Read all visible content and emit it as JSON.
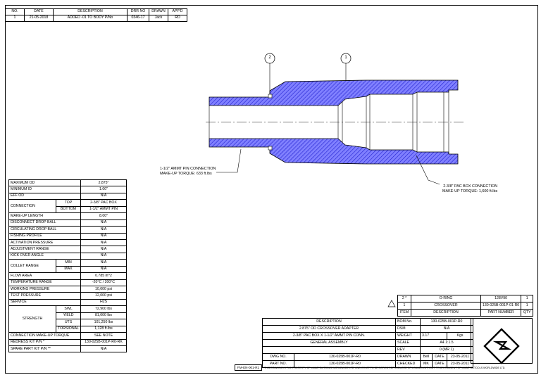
{
  "revision_table": {
    "headers": [
      "NO.",
      "DATE",
      "DESCRIPTION",
      "DRR NO",
      "DRAWN",
      "APP'D"
    ],
    "rows": [
      [
        "1",
        "21-05-2018",
        "ADDED -01 TO BODY P/No",
        "0346-17",
        "Jack",
        "RD"
      ]
    ]
  },
  "balloons": [
    "2",
    "1"
  ],
  "callouts": {
    "pin_connection": "1-1/2\" AMMT PIN CONNECTION",
    "pin_torque": "MAKE-UP TORQUE: 633 ft.lbs",
    "box_connection": "2-3/8\" PAC BOX CONNECTION",
    "box_torque": "MAKE-UP TORQUE: 1,600 ft.lbs"
  },
  "spec_table": {
    "max_od": {
      "label": "MAXIMUM OD",
      "value": "2.875\""
    },
    "min_id": {
      "label": "MINIMUM ID",
      "value": "1.00\""
    },
    "eff_od": {
      "label": "EFF OD",
      "value": "N/A"
    },
    "connection": {
      "label": "CONNECTION",
      "top_label": "TOP",
      "top_value": "2-3/8\" PAC BOX",
      "bottom_label": "BOTTOM",
      "bottom_value": "1-1/2\" AMMT PIN"
    },
    "makeup_length": {
      "label": "MAKE-UP LENGTH",
      "value": "8.00\""
    },
    "disconnect_drop_ball": {
      "label": "DISCONNECT DROP BALL",
      "value": "N/A"
    },
    "circulating_drop_ball": {
      "label": "CIRCULATING DROP BALL",
      "value": "N/A"
    },
    "fishing_profile": {
      "label": "FISHING PROFILE",
      "value": "N/A"
    },
    "activation_pressure": {
      "label": "ACTIVATION PRESSURE",
      "value": "N/A"
    },
    "adjustment_range": {
      "label": "ADJUSTMENT RANGE",
      "value": "N/A"
    },
    "kick_over_angle": {
      "label": "KICK OVER ANGLE",
      "value": "N/A"
    },
    "collet_range": {
      "label": "COLLET RANGE",
      "min_label": "MIN",
      "min_value": "N/A",
      "max_label": "MAX",
      "max_value": "N/A"
    },
    "flow_area": {
      "label": "FLOW AREA",
      "value": "0.785 in^2"
    },
    "temperature_range": {
      "label": "TEMPERATURE RANGE",
      "value": "-20°C / 200°C"
    },
    "working_pressure": {
      "label": "WORKING PRESSURE",
      "value": "10,000 psi"
    },
    "test_pressure": {
      "label": "TEST PRESSURE",
      "value": "12,000 psi"
    },
    "service": {
      "label": "SERVICE",
      "value": "H2S"
    },
    "strength": {
      "label": "STRENGTH",
      "swl_label": "SWL",
      "swl_value": "72,900 lbs",
      "yield_label": "YIELD",
      "yield_value": "81,000 lbs",
      "uts_label": "UTS",
      "uts_value": "101,250 lbs",
      "torsional_label": "TORSIONAL",
      "torsional_value": "1,128 ft.lbs"
    },
    "connection_makeup_torque": {
      "label": "CONNECTION MAKE-UP TORQUE",
      "value": "SEE NOTE"
    },
    "redress_kit": {
      "label": "REDRESS KIT P/N *",
      "value": "130-025B-001P-R0-RK"
    },
    "spare_part_kit": {
      "label": "SPARE PART KIT P/N **",
      "value": "N/A"
    }
  },
  "bom": {
    "rows": [
      {
        "item": "2 *",
        "description": "O-RING",
        "part_number": "128V90",
        "qty": "1"
      },
      {
        "item": "1",
        "description": "CROSSOVER",
        "part_number": "130-025B-001P-01-R0",
        "qty": "1"
      }
    ],
    "headers": {
      "item": "ITEM",
      "description": "DESCRIPTION",
      "part_number": "PART NUMBER",
      "qty": "QTY"
    }
  },
  "title_block": {
    "description_header": "DESCRIPTION",
    "description_lines": [
      "2.875\" OD CROSSOVER ADAPTER",
      "2-3/8\" PAC BOX X 1-1/2\" AMMT PIN CONN.",
      "GENERAL ASSEMBLY"
    ],
    "dwg_no_label": "DWG NO.",
    "dwg_no": "130-025B-001P-R0",
    "part_no_label": "PART NO.",
    "part_no": "130-025B-001P-R0",
    "bom_no_label": "BOM No.",
    "bom_no": "130-025B-001P-R0",
    "dsm_label": "DSM",
    "dsm": "N/A",
    "weight_label": "WEIGHT",
    "weight": "3.17",
    "weight_unit": "Kgs",
    "scale_label": "SCALE",
    "scale": "A4 1:1.5",
    "rev_label": "REV",
    "rev": "0 (MR 1)",
    "drawn_label": "DRAWN",
    "drawn": "Bell",
    "drawn_date_label": "DATE",
    "drawn_date": "23-05-2011",
    "checked_label": "CHECKED",
    "checked": "MK",
    "checked_date_label": "DATE",
    "checked_date": "23-05-2011",
    "form_no": "FM-EN-001-R1",
    "footnote": "THIS DRAWING IS THE PROPERTY OF LIMAR OILTOOLS WORLDWIDE LTD. AND IS NOT TO BE COPIED REPRODUCED OR LOANED WITHOUT PRIOR CONSENT OF LIMAR OILTOOLS WORLDWIDE LTD."
  },
  "colors": {
    "hatch": "#3d3dff",
    "line": "#000000"
  }
}
